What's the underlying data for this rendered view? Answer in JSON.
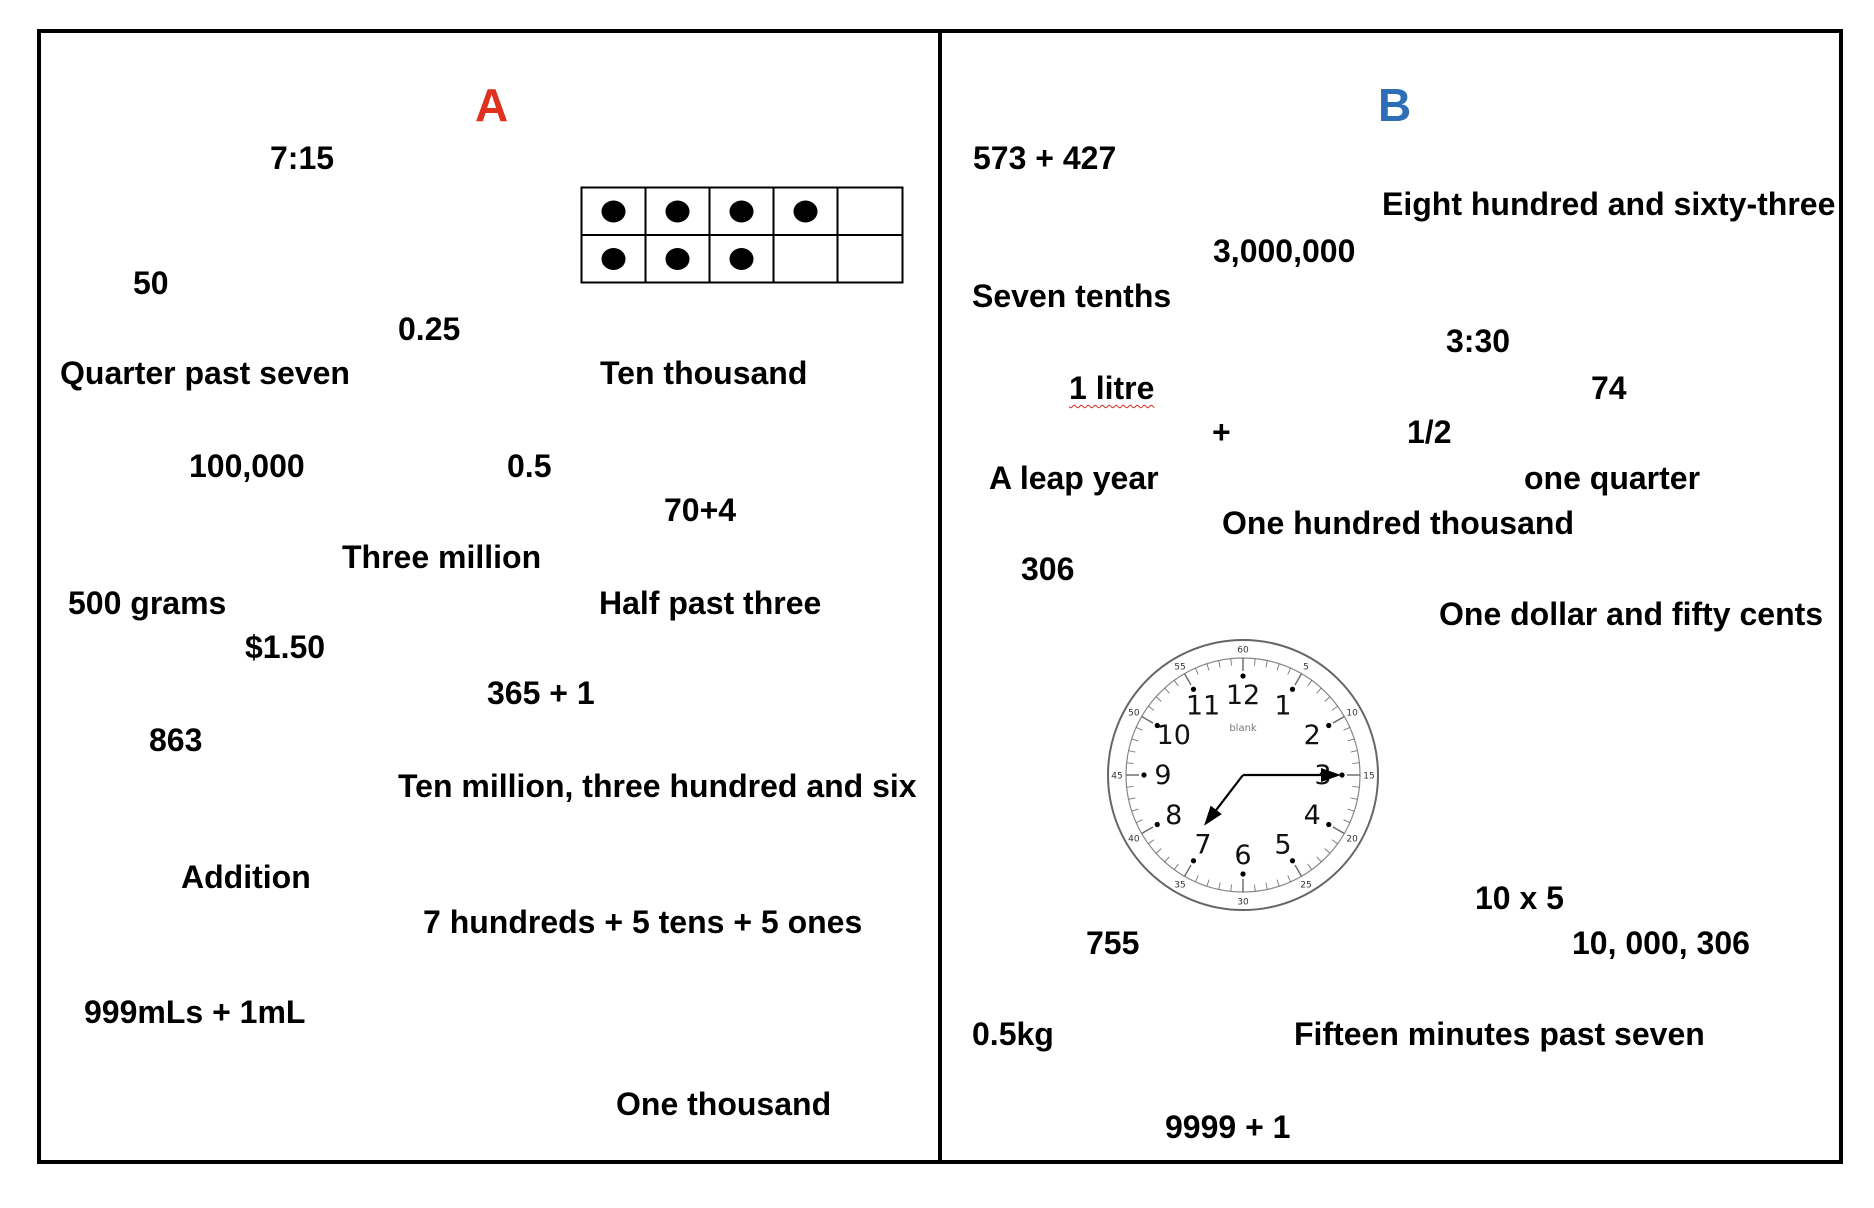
{
  "panel_a": {
    "header": "A",
    "items": [
      {
        "id": "a-time-715",
        "text": "7:15"
      },
      {
        "id": "a-50",
        "text": "50"
      },
      {
        "id": "a-025",
        "text": "0.25"
      },
      {
        "id": "a-quarter-past-seven",
        "text": "Quarter past seven"
      },
      {
        "id": "a-ten-thousand",
        "text": "Ten thousand"
      },
      {
        "id": "a-100000",
        "text": "100,000"
      },
      {
        "id": "a-05",
        "text": "0.5"
      },
      {
        "id": "a-70plus4",
        "text": "70+4"
      },
      {
        "id": "a-three-million",
        "text": "Three million"
      },
      {
        "id": "a-500-grams",
        "text": "500 grams"
      },
      {
        "id": "a-half-past-three",
        "text": "Half past three"
      },
      {
        "id": "a-150",
        "text": "$1.50"
      },
      {
        "id": "a-365plus1",
        "text": "365 + 1"
      },
      {
        "id": "a-863",
        "text": "863"
      },
      {
        "id": "a-ten-million-306",
        "text": "Ten million, three hundred and six"
      },
      {
        "id": "a-addition",
        "text": "Addition"
      },
      {
        "id": "a-place-value",
        "text": "7 hundreds + 5 tens + 5 ones"
      },
      {
        "id": "a-999mls",
        "text": "999mLs + 1mL"
      },
      {
        "id": "a-one-thousand",
        "text": "One thousand"
      }
    ],
    "ten_frame": {
      "dots_top_row": 4,
      "dots_bottom_row": 3,
      "columns": 5
    }
  },
  "panel_b": {
    "header": "B",
    "items": [
      {
        "id": "b-573plus427",
        "text": "573 + 427"
      },
      {
        "id": "b-863-words",
        "text": "Eight hundred and sixty-three"
      },
      {
        "id": "b-3000000",
        "text": "3,000,000"
      },
      {
        "id": "b-seven-tenths",
        "text": "Seven tenths"
      },
      {
        "id": "b-time-330",
        "text": "3:30"
      },
      {
        "id": "b-1-litre",
        "text": "1 litre"
      },
      {
        "id": "b-74",
        "text": "74"
      },
      {
        "id": "b-plus",
        "text": "+"
      },
      {
        "id": "b-half",
        "text": "1/2"
      },
      {
        "id": "b-leap-year",
        "text": "A leap year"
      },
      {
        "id": "b-one-quarter",
        "text": "one quarter"
      },
      {
        "id": "b-one-hundred-thousand",
        "text": "One hundred thousand"
      },
      {
        "id": "b-306",
        "text": "306"
      },
      {
        "id": "b-dollar-fifty",
        "text": "One dollar and fifty cents"
      },
      {
        "id": "b-10x5",
        "text": "10 x 5"
      },
      {
        "id": "b-755",
        "text": "755"
      },
      {
        "id": "b-10000306",
        "text": "10, 000, 306"
      },
      {
        "id": "b-05kg",
        "text": "0.5kg"
      },
      {
        "id": "b-fifteen-past-seven",
        "text": "Fifteen minutes past seven"
      },
      {
        "id": "b-9999plus1",
        "text": "9999 + 1"
      }
    ],
    "clock": {
      "label": "blank",
      "hours": [
        "12",
        "1",
        "2",
        "3",
        "4",
        "5",
        "6",
        "7",
        "8",
        "9",
        "10",
        "11"
      ],
      "minute_labels": [
        "60",
        "5",
        "10",
        "15",
        "20",
        "25",
        "30",
        "35",
        "40",
        "45",
        "50",
        "55"
      ],
      "time": "7:15"
    }
  },
  "colors": {
    "header_a": "#e0301e",
    "header_b": "#2e6db8",
    "ink": "#000000",
    "spell_underline": "#d62a1e"
  }
}
